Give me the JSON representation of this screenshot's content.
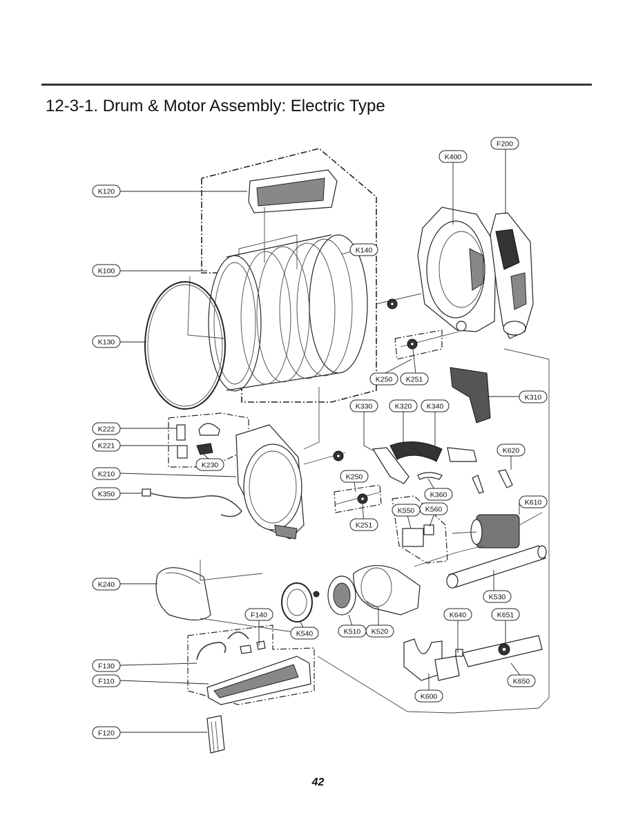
{
  "page": {
    "title": "12-3-1. Drum & Motor Assembly: Electric Type",
    "page_number": "42"
  },
  "parts": [
    {
      "id": "F200",
      "label": "F200"
    },
    {
      "id": "K400",
      "label": "K400"
    },
    {
      "id": "K120",
      "label": "K120"
    },
    {
      "id": "K140",
      "label": "K140"
    },
    {
      "id": "K100",
      "label": "K100"
    },
    {
      "id": "K130",
      "label": "K130"
    },
    {
      "id": "K250a",
      "label": "K250"
    },
    {
      "id": "K251a",
      "label": "K251"
    },
    {
      "id": "K310",
      "label": "K310"
    },
    {
      "id": "K330",
      "label": "K330"
    },
    {
      "id": "K320",
      "label": "K320"
    },
    {
      "id": "K340",
      "label": "K340"
    },
    {
      "id": "K222",
      "label": "K222"
    },
    {
      "id": "K221",
      "label": "K221"
    },
    {
      "id": "K230",
      "label": "K230"
    },
    {
      "id": "K620",
      "label": "K620"
    },
    {
      "id": "K210",
      "label": "K210"
    },
    {
      "id": "K250b",
      "label": "K250"
    },
    {
      "id": "K360",
      "label": "K360"
    },
    {
      "id": "K350",
      "label": "K350"
    },
    {
      "id": "K610",
      "label": "K610"
    },
    {
      "id": "K550",
      "label": "K550"
    },
    {
      "id": "K560",
      "label": "K560"
    },
    {
      "id": "K251b",
      "label": "K251"
    },
    {
      "id": "K240",
      "label": "K240"
    },
    {
      "id": "K530",
      "label": "K530"
    },
    {
      "id": "F140",
      "label": "F140"
    },
    {
      "id": "K640",
      "label": "K640"
    },
    {
      "id": "K651",
      "label": "K651"
    },
    {
      "id": "K540",
      "label": "K540"
    },
    {
      "id": "K510",
      "label": "K510"
    },
    {
      "id": "K520",
      "label": "K520"
    },
    {
      "id": "F130",
      "label": "F130"
    },
    {
      "id": "F110",
      "label": "F110"
    },
    {
      "id": "K650",
      "label": "K650"
    },
    {
      "id": "K600",
      "label": "K600"
    },
    {
      "id": "F120",
      "label": "F120"
    }
  ]
}
